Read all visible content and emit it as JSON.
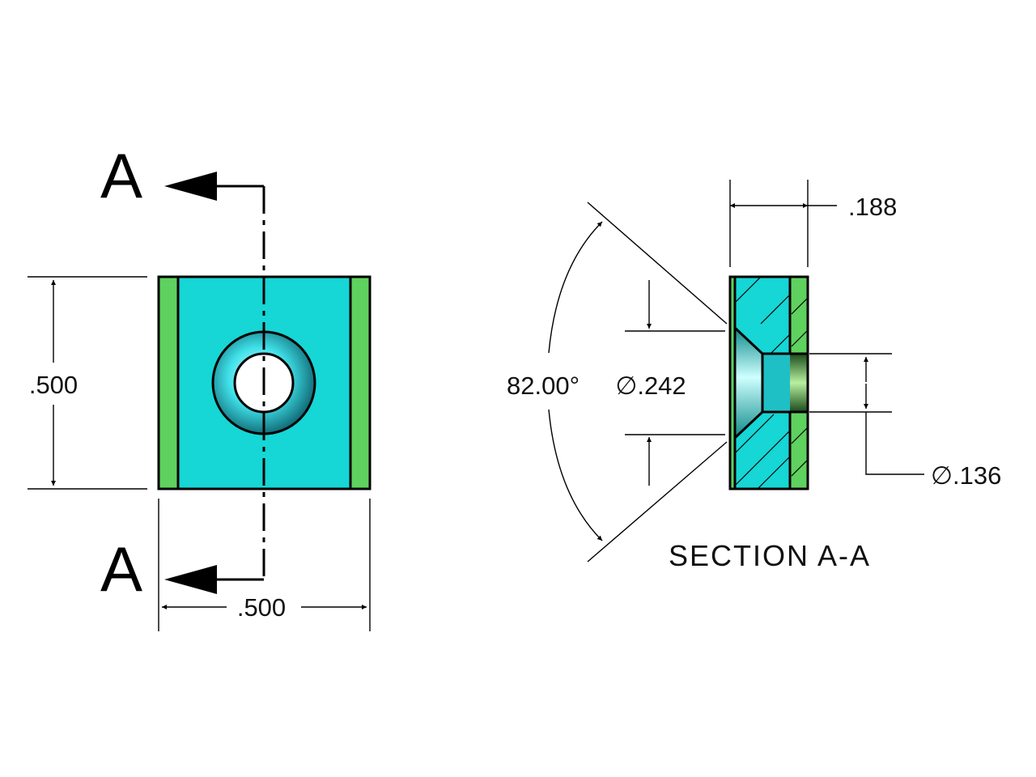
{
  "colors": {
    "body_fill": "#16d6d6",
    "chamfer_fill": "#5fd15f",
    "outline": "#000000",
    "background": "#ffffff"
  },
  "front_view": {
    "section_label_top": "A",
    "section_label_bottom": "A",
    "height_dim": ".500",
    "width_dim": ".500"
  },
  "section_view": {
    "title": "SECTION A-A",
    "thickness_dim": ".188",
    "countersink_angle": "82.00°",
    "countersink_diameter": "∅.242",
    "hole_diameter": "∅.136"
  }
}
